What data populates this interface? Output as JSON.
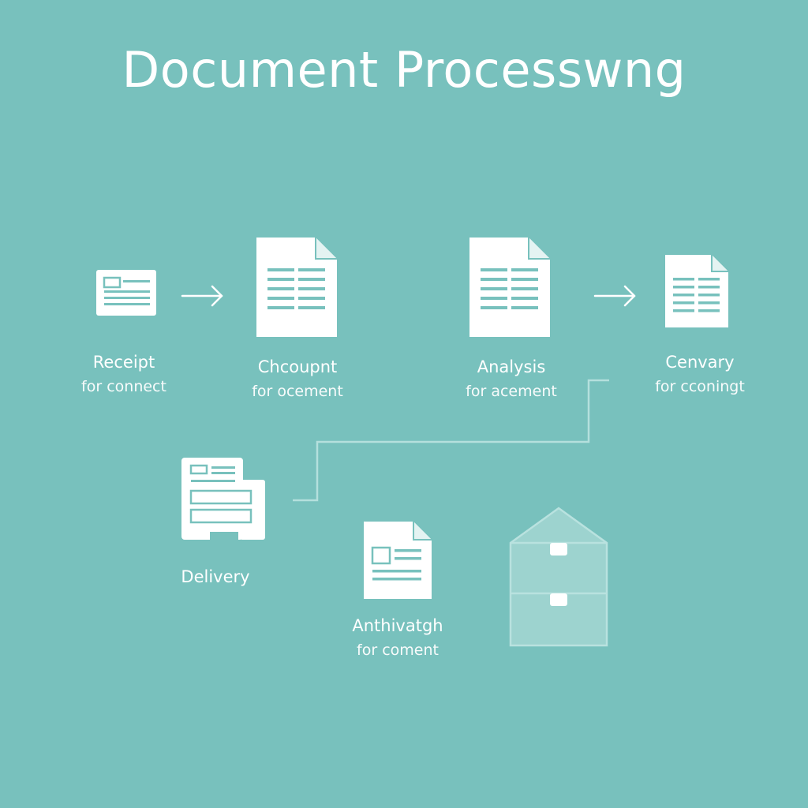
{
  "title": "Document Processwng",
  "steps": [
    {
      "name": "Receipt",
      "sub": "for connect",
      "icon": "receipt-card-icon"
    },
    {
      "name": "Chcoupnt",
      "sub": "for ocement",
      "icon": "document-icon"
    },
    {
      "name": "Analysis",
      "sub": "for acement",
      "icon": "document-icon"
    },
    {
      "name": "Cenvary",
      "sub": "for cconingt",
      "icon": "document-icon"
    },
    {
      "name": "Delivery",
      "sub": "",
      "icon": "printer-icon"
    },
    {
      "name": "Anthivatgh",
      "sub": "for coment",
      "icon": "document-with-image-icon"
    }
  ],
  "storage": {
    "icon": "archive-cabinet-icon"
  },
  "colors": {
    "background": "#78c1bd",
    "icon_fill": "#ffffff",
    "icon_lines": "#78c1bd",
    "cabinet": "#9dd3cf"
  }
}
